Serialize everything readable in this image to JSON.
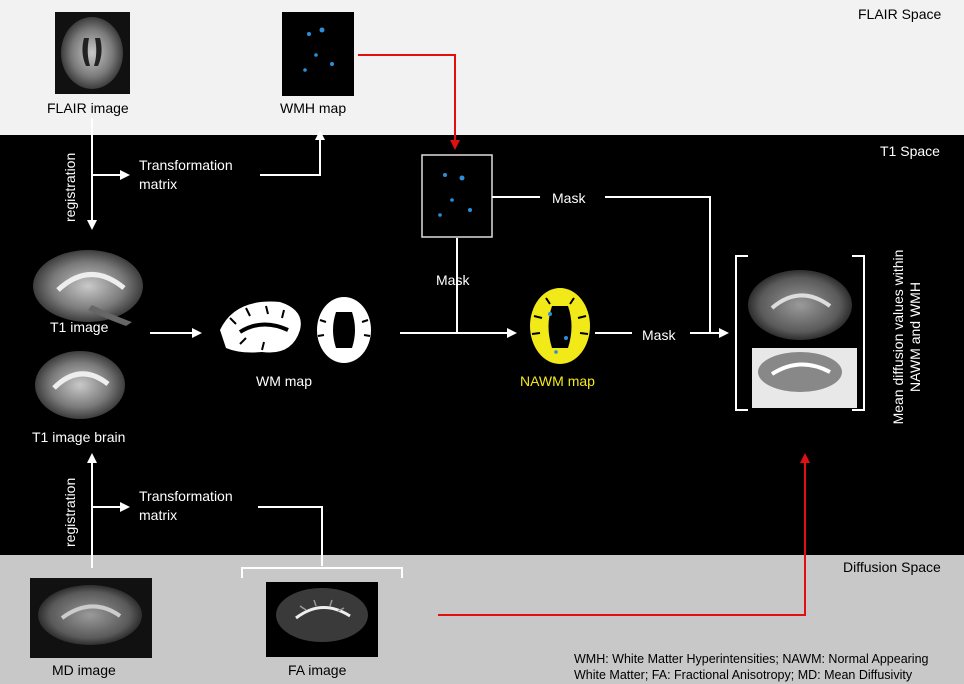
{
  "spaces": {
    "flair": "FLAIR Space",
    "t1": "T1 Space",
    "diffusion": "Diffusion Space"
  },
  "labels": {
    "flair_image": "FLAIR image",
    "wmh_map": "WMH map",
    "registration_top": "registration",
    "registration_bottom": "registration",
    "transformation_top_line1": "Transformation",
    "transformation_top_line2": "matrix",
    "transformation_bottom_line1": "Transformation",
    "transformation_bottom_line2": "matrix",
    "t1_image": "T1 image",
    "t1_image_brain": "T1 image brain",
    "wm_map": "WM map",
    "nawm_map": "NAWM map",
    "mask_top": "Mask",
    "mask_mid": "Mask",
    "mask_right": "Mask",
    "md_image": "MD image",
    "fa_image": "FA image",
    "result_line1": "Mean diffusion values within",
    "result_line2": "NAWM and WMH"
  },
  "footnote": {
    "line1": "WMH: White Matter Hyperintensities; NAWM: Normal Appearing",
    "line2": "White Matter; FA: Fractional Anisotropy; MD: Mean Diffusivity"
  },
  "colors": {
    "flair_band": "#f2f2f2",
    "t1_band": "#000000",
    "diffusion_band": "#c8c8c8",
    "arrow_white": "#ffffff",
    "arrow_red": "#e01010",
    "nawm_yellow": "#f2ea18",
    "wmh_blue": "#2a8fd8"
  }
}
